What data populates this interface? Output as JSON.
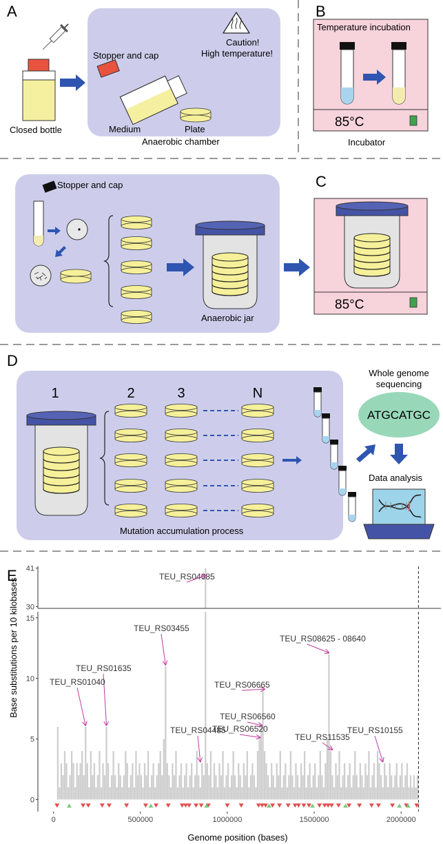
{
  "colors": {
    "chamber": "#cdcdeb",
    "incubator": "#f7d3dc",
    "jar_lid": "#4453a5",
    "plate": "#f6f09a",
    "arrow": "#2e55b0",
    "seq_ellipse": "#98d8b9",
    "bar": "#cfcfcf",
    "annotation": "#c0399f",
    "tri_red": "#e05050",
    "tri_green": "#7fc97f",
    "indicator": "#3fa34d"
  },
  "icons": [
    "syringe-icon",
    "heat-warning-icon",
    "dna-icon",
    "laptop-icon"
  ],
  "panelA": {
    "letter": "A",
    "closed_bottle": "Closed bottle",
    "stopper_cap": "Stopper and cap",
    "caution1": "Caution!",
    "caution2": "High temperature!",
    "medium": "Medium",
    "plate": "Plate",
    "chamber": "Anaerobic chamber"
  },
  "panelB": {
    "letter": "B",
    "title": "Temperature incubation",
    "temp": "85°C",
    "label": "Incubator"
  },
  "panelMid": {
    "stopper_cap": "Stopper and cap",
    "jar": "Anaerobic jar"
  },
  "panelC": {
    "letter": "C",
    "temp": "85°C"
  },
  "panelD": {
    "letter": "D",
    "col1": "1",
    "col2": "2",
    "col3": "3",
    "colN": "N",
    "process": "Mutation accumulation process",
    "wgs1": "Whole genome",
    "wgs2": "sequencing",
    "seq": "ATGCATGC",
    "analysis": "Data analysis"
  },
  "panelE": {
    "letter": "E"
  },
  "chart_data": {
    "type": "bar",
    "xlabel": "Genome position (bases)",
    "ylabel": "Base substitutions per 10 kilobases",
    "x_ticks": [
      0,
      500000,
      1000000,
      1500000,
      2000000
    ],
    "x_tick_labels": [
      "0",
      "500000",
      "1000000",
      "1500000",
      "2000000"
    ],
    "xlim": [
      -90000,
      2130000
    ],
    "upper_y_ticks": [
      "30",
      "41"
    ],
    "upper_ylim": [
      29.5,
      41.5
    ],
    "lower_y_ticks": [
      "0",
      "5",
      "10",
      "15"
    ],
    "lower_ylim": [
      -1,
      15.5
    ],
    "genome_end": 2100000,
    "bin_width": 10000,
    "bars": [
      [
        0,
        0
      ],
      [
        10000,
        0
      ],
      [
        20000,
        6
      ],
      [
        30000,
        1
      ],
      [
        40000,
        3
      ],
      [
        50000,
        2
      ],
      [
        60000,
        4
      ],
      [
        70000,
        3
      ],
      [
        80000,
        1
      ],
      [
        90000,
        2
      ],
      [
        100000,
        4
      ],
      [
        110000,
        3
      ],
      [
        120000,
        1
      ],
      [
        130000,
        3
      ],
      [
        140000,
        2
      ],
      [
        150000,
        3
      ],
      [
        160000,
        4
      ],
      [
        170000,
        2
      ],
      [
        180000,
        6
      ],
      [
        190000,
        3
      ],
      [
        200000,
        1
      ],
      [
        210000,
        4
      ],
      [
        220000,
        2
      ],
      [
        230000,
        3
      ],
      [
        240000,
        1
      ],
      [
        250000,
        2
      ],
      [
        260000,
        4
      ],
      [
        270000,
        1
      ],
      [
        280000,
        3
      ],
      [
        290000,
        2
      ],
      [
        300000,
        6
      ],
      [
        310000,
        3
      ],
      [
        320000,
        1
      ],
      [
        330000,
        2
      ],
      [
        340000,
        4
      ],
      [
        350000,
        2
      ],
      [
        360000,
        1
      ],
      [
        370000,
        3
      ],
      [
        380000,
        2
      ],
      [
        390000,
        1
      ],
      [
        400000,
        2
      ],
      [
        410000,
        4
      ],
      [
        420000,
        3
      ],
      [
        430000,
        1
      ],
      [
        440000,
        2
      ],
      [
        450000,
        3
      ],
      [
        460000,
        1
      ],
      [
        470000,
        4
      ],
      [
        480000,
        2
      ],
      [
        490000,
        3
      ],
      [
        500000,
        2
      ],
      [
        510000,
        1
      ],
      [
        520000,
        3
      ],
      [
        530000,
        2
      ],
      [
        540000,
        4
      ],
      [
        550000,
        1
      ],
      [
        560000,
        2
      ],
      [
        570000,
        3
      ],
      [
        580000,
        1
      ],
      [
        590000,
        2
      ],
      [
        600000,
        3
      ],
      [
        610000,
        4
      ],
      [
        620000,
        2
      ],
      [
        630000,
        5
      ],
      [
        640000,
        11
      ],
      [
        650000,
        3
      ],
      [
        660000,
        2
      ],
      [
        670000,
        1
      ],
      [
        680000,
        3
      ],
      [
        690000,
        2
      ],
      [
        700000,
        4
      ],
      [
        710000,
        1
      ],
      [
        720000,
        2
      ],
      [
        730000,
        3
      ],
      [
        740000,
        1
      ],
      [
        750000,
        2
      ],
      [
        760000,
        3
      ],
      [
        770000,
        1
      ],
      [
        780000,
        2
      ],
      [
        790000,
        3
      ],
      [
        800000,
        1
      ],
      [
        810000,
        2
      ],
      [
        820000,
        4
      ],
      [
        830000,
        2
      ],
      [
        840000,
        1
      ],
      [
        850000,
        3
      ],
      [
        860000,
        2
      ],
      [
        870000,
        41
      ],
      [
        880000,
        3
      ],
      [
        890000,
        2
      ],
      [
        900000,
        4
      ],
      [
        910000,
        1
      ],
      [
        920000,
        3
      ],
      [
        930000,
        2
      ],
      [
        940000,
        1
      ],
      [
        950000,
        3
      ],
      [
        960000,
        2
      ],
      [
        970000,
        4
      ],
      [
        980000,
        1
      ],
      [
        990000,
        2
      ],
      [
        1000000,
        3
      ],
      [
        1010000,
        1
      ],
      [
        1020000,
        2
      ],
      [
        1030000,
        4
      ],
      [
        1040000,
        2
      ],
      [
        1050000,
        1
      ],
      [
        1060000,
        3
      ],
      [
        1070000,
        2
      ],
      [
        1080000,
        1
      ],
      [
        1090000,
        3
      ],
      [
        1100000,
        2
      ],
      [
        1110000,
        4
      ],
      [
        1120000,
        1
      ],
      [
        1130000,
        2
      ],
      [
        1140000,
        3
      ],
      [
        1150000,
        2
      ],
      [
        1160000,
        1
      ],
      [
        1170000,
        4
      ],
      [
        1180000,
        5
      ],
      [
        1190000,
        6
      ],
      [
        1200000,
        9
      ],
      [
        1210000,
        4
      ],
      [
        1220000,
        3
      ],
      [
        1230000,
        2
      ],
      [
        1240000,
        1
      ],
      [
        1250000,
        3
      ],
      [
        1260000,
        2
      ],
      [
        1270000,
        1
      ],
      [
        1280000,
        3
      ],
      [
        1290000,
        2
      ],
      [
        1300000,
        4
      ],
      [
        1310000,
        1
      ],
      [
        1320000,
        2
      ],
      [
        1330000,
        3
      ],
      [
        1340000,
        1
      ],
      [
        1350000,
        2
      ],
      [
        1360000,
        4
      ],
      [
        1370000,
        2
      ],
      [
        1380000,
        1
      ],
      [
        1390000,
        3
      ],
      [
        1400000,
        2
      ],
      [
        1410000,
        1
      ],
      [
        1420000,
        3
      ],
      [
        1430000,
        2
      ],
      [
        1440000,
        4
      ],
      [
        1450000,
        1
      ],
      [
        1460000,
        2
      ],
      [
        1470000,
        3
      ],
      [
        1480000,
        1
      ],
      [
        1490000,
        2
      ],
      [
        1500000,
        3
      ],
      [
        1510000,
        1
      ],
      [
        1520000,
        2
      ],
      [
        1530000,
        4
      ],
      [
        1540000,
        2
      ],
      [
        1550000,
        1
      ],
      [
        1560000,
        3
      ],
      [
        1570000,
        5
      ],
      [
        1580000,
        12
      ],
      [
        1590000,
        4
      ],
      [
        1600000,
        2
      ],
      [
        1610000,
        1
      ],
      [
        1620000,
        3
      ],
      [
        1630000,
        2
      ],
      [
        1640000,
        4
      ],
      [
        1650000,
        1
      ],
      [
        1660000,
        2
      ],
      [
        1670000,
        3
      ],
      [
        1680000,
        1
      ],
      [
        1690000,
        2
      ],
      [
        1700000,
        3
      ],
      [
        1710000,
        1
      ],
      [
        1720000,
        2
      ],
      [
        1730000,
        4
      ],
      [
        1740000,
        2
      ],
      [
        1750000,
        1
      ],
      [
        1760000,
        3
      ],
      [
        1770000,
        2
      ],
      [
        1780000,
        1
      ],
      [
        1790000,
        3
      ],
      [
        1800000,
        2
      ],
      [
        1810000,
        4
      ],
      [
        1820000,
        1
      ],
      [
        1830000,
        2
      ],
      [
        1840000,
        3
      ],
      [
        1850000,
        1
      ],
      [
        1860000,
        4
      ],
      [
        1870000,
        3
      ],
      [
        1880000,
        2
      ],
      [
        1890000,
        1
      ],
      [
        1900000,
        3
      ],
      [
        1910000,
        2
      ],
      [
        1920000,
        1
      ],
      [
        1930000,
        3
      ],
      [
        1940000,
        2
      ],
      [
        1950000,
        1
      ],
      [
        1960000,
        2
      ],
      [
        1970000,
        3
      ],
      [
        1980000,
        1
      ],
      [
        1990000,
        2
      ],
      [
        2000000,
        3
      ],
      [
        2010000,
        1
      ],
      [
        2020000,
        2
      ],
      [
        2030000,
        3
      ],
      [
        2040000,
        1
      ],
      [
        2050000,
        2
      ],
      [
        2060000,
        1
      ],
      [
        2070000,
        2
      ],
      [
        2080000,
        1
      ],
      [
        2090000,
        2
      ]
    ],
    "annotations": [
      {
        "label": "TEU_RS04685",
        "x": 870000,
        "y": 41,
        "panel": "upper"
      },
      {
        "label": "TEU_RS03455",
        "x": 640000,
        "y": 11,
        "panel": "lower"
      },
      {
        "label": "TEU_RS01635",
        "x": 300000,
        "y": 6,
        "panel": "lower"
      },
      {
        "label": "TEU_RS01040",
        "x": 180000,
        "y": 6,
        "panel": "lower"
      },
      {
        "label": "TEU_RS04485",
        "x": 840000,
        "y": 3,
        "panel": "lower"
      },
      {
        "label": "TEU_RS06665",
        "x": 1210000,
        "y": 9,
        "panel": "lower"
      },
      {
        "label": "TEU_RS06560",
        "x": 1195000,
        "y": 6,
        "panel": "lower"
      },
      {
        "label": "TEU_RS06520",
        "x": 1185000,
        "y": 5,
        "panel": "lower"
      },
      {
        "label": "TEU_RS08625 - 08640",
        "x": 1580000,
        "y": 12,
        "panel": "lower"
      },
      {
        "label": "TEU_RS11535",
        "x": 1600000,
        "y": 4,
        "panel": "lower"
      },
      {
        "label": "TEU_RS10155",
        "x": 1890000,
        "y": 3,
        "panel": "lower"
      }
    ],
    "triangles_red": [
      20000,
      170000,
      200000,
      280000,
      320000,
      420000,
      530000,
      590000,
      660000,
      740000,
      760000,
      780000,
      820000,
      850000,
      890000,
      1000000,
      1080000,
      1180000,
      1200000,
      1220000,
      1260000,
      1300000,
      1350000,
      1390000,
      1410000,
      1440000,
      1470000,
      1530000,
      1560000,
      1580000,
      1600000,
      1640000,
      1700000,
      1760000,
      1830000,
      1870000,
      1950000,
      2030000,
      2090000
    ],
    "triangles_green": [
      90000,
      560000,
      880000,
      1240000,
      1490000,
      1680000,
      1990000,
      2040000
    ]
  }
}
